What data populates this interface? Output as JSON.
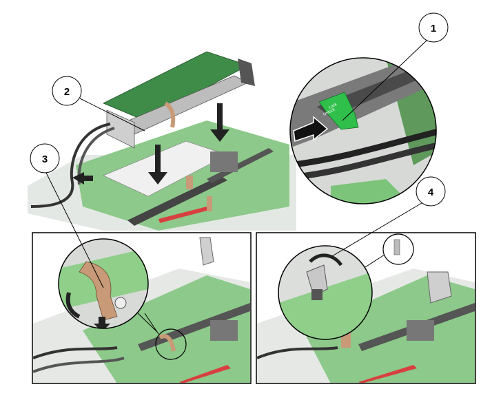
{
  "callouts": [
    {
      "label": "1",
      "meaning": ""
    },
    {
      "label": "2",
      "meaning": ""
    },
    {
      "label": "3",
      "meaning": ""
    },
    {
      "label": "4",
      "meaning": ""
    }
  ],
  "latch": {
    "lock_label": "Lock",
    "unlock_label": "Unlock"
  },
  "colors": {
    "board": "#7ec27a",
    "card": "#4f9a55",
    "latch": "#2fbf4a",
    "riser": "#c89a78",
    "frame": "#cfcfcf"
  }
}
